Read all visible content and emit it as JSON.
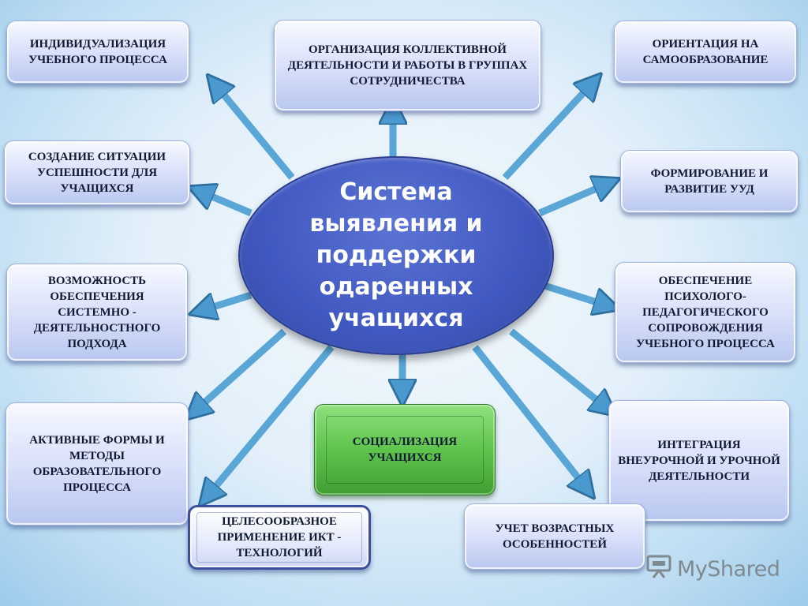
{
  "center": {
    "text": "Система выявления и поддержки одаренных учащихся"
  },
  "boxes": {
    "individualization": "ИНДИВИДУАЛИЗАЦИЯ УЧЕБНОГО ПРОЦЕССА",
    "collective": "ОРГАНИЗАЦИЯ КОЛЛЕКТИВНОЙ ДЕЯТЕЛЬНОСТИ И РАБОТЫ В ГРУППАХ СОТРУДНИЧЕСТВА",
    "self_education": "ОРИЕНТАЦИЯ НА САМООБРАЗОВАНИЕ",
    "success": "СОЗДАНИЕ СИТУАЦИИ УСПЕШНОСТИ ДЛЯ УЧАЩИХСЯ",
    "uud": "ФОРМИРОВАНИЕ И РАЗВИТИЕ УУД",
    "system_activity": "ВОЗМОЖНОСТЬ ОБЕСПЕЧЕНИЯ СИСТЕМНО - ДЕЯТЕЛЬНОСТНОГО ПОДХОДА",
    "psych_support": "ОБЕСПЕЧЕНИЕ ПСИХОЛОГО-ПЕДАГОГИЧЕСКОГО СОПРОВОЖДЕНИЯ УЧЕБНОГО ПРОЦЕССА",
    "active_forms": "АКТИВНЫЕ ФОРМЫ И МЕТОДЫ ОБРАЗОВАТЕЛЬНОГО ПРОЦЕССА",
    "socialization": "СОЦИАЛИЗАЦИЯ УЧАЩИХСЯ",
    "integration": "ИНТЕГРАЦИЯ ВНЕУРОЧНОЙ И УРОЧНОЙ ДЕЯТЕЛЬНОСТИ",
    "ict": "ЦЕЛЕСООБРАЗНОЕ ПРИМЕНЕНИЕ ИКТ - ТЕХНОЛОГИЙ",
    "age": "УЧЕТ ВОЗРАСТНЫХ ОСОБЕННОСТЕЙ"
  },
  "watermark": {
    "text": "MyShared",
    "icon": "presentation-board-icon"
  },
  "colors": {
    "center_fill": "#4058c1",
    "box_fill": "#d9e1fa",
    "green_fill": "#5ec44c",
    "arrow": "#5aa6d6",
    "background": "#e3f0fa"
  }
}
